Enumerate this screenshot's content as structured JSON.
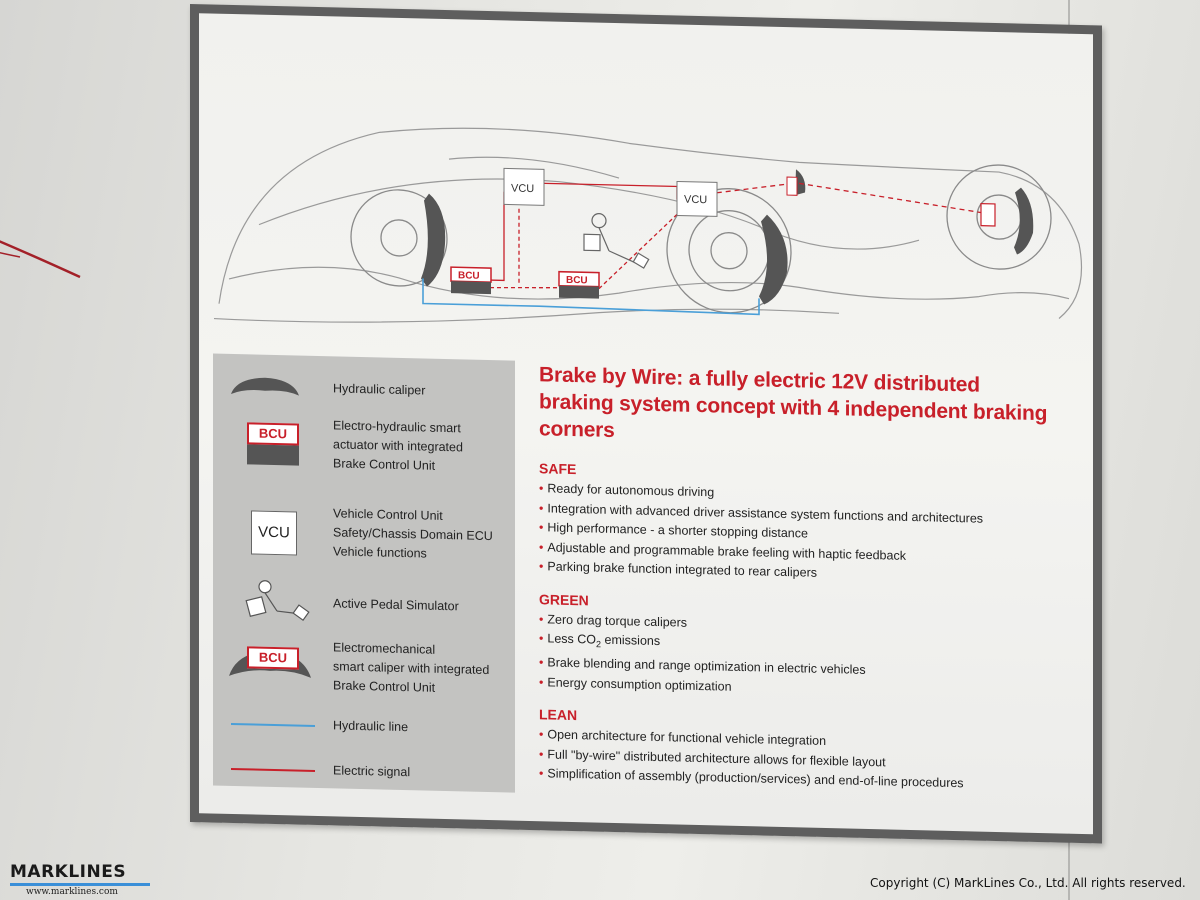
{
  "diagram": {
    "vcu_label": "VCU",
    "bcu_label": "BCU"
  },
  "legend": {
    "items": [
      {
        "label": "Hydraulic caliper"
      },
      {
        "label": "Electro-hydraulic smart\nactuator with integrated\nBrake Control Unit",
        "icon_text": "BCU"
      },
      {
        "label": "Vehicle Control Unit\nSafety/Chassis Domain ECU\nVehicle functions",
        "icon_text": "VCU"
      },
      {
        "label": "Active Pedal Simulator"
      },
      {
        "label": "Electromechanical\nsmart caliper with integrated\nBrake Control Unit",
        "icon_text": "BCU"
      },
      {
        "label": "Hydraulic line"
      },
      {
        "label": "Electric signal"
      }
    ]
  },
  "headline": "Brake by Wire: a fully electric 12V distributed braking system concept with 4 independent braking corners",
  "sections": [
    {
      "title": "SAFE",
      "bullets": [
        "Ready for autonomous driving",
        "Integration with advanced driver assistance system functions and architectures",
        "High performance - a shorter stopping distance",
        "Adjustable and programmable brake feeling with haptic feedback",
        "Parking brake function integrated to rear calipers"
      ]
    },
    {
      "title": "GREEN",
      "bullets": [
        "Zero drag torque calipers",
        "Less CO",
        "Brake blending and range optimization in electric vehicles",
        "Energy consumption optimization"
      ],
      "co2": {
        "sub": "2",
        "rest": " emissions"
      }
    },
    {
      "title": "LEAN",
      "bullets": [
        "Open architecture for functional vehicle integration",
        "Full \"by-wire\" distributed architecture allows for flexible layout",
        "Simplification of assembly (production/services) and end-of-line procedures"
      ]
    }
  ],
  "bullet_mark": "•",
  "footer": {
    "logo_name": "MARKLINES",
    "logo_url": "www.marklines.com",
    "copyright": "Copyright (C) MarkLines Co., Ltd. All rights reserved."
  },
  "colors": {
    "accent_red": "#c8202a",
    "hydraulic_blue": "#4a9fd8",
    "legend_gray": "#c3c3c1",
    "frame_gray": "#5e5e5e"
  }
}
